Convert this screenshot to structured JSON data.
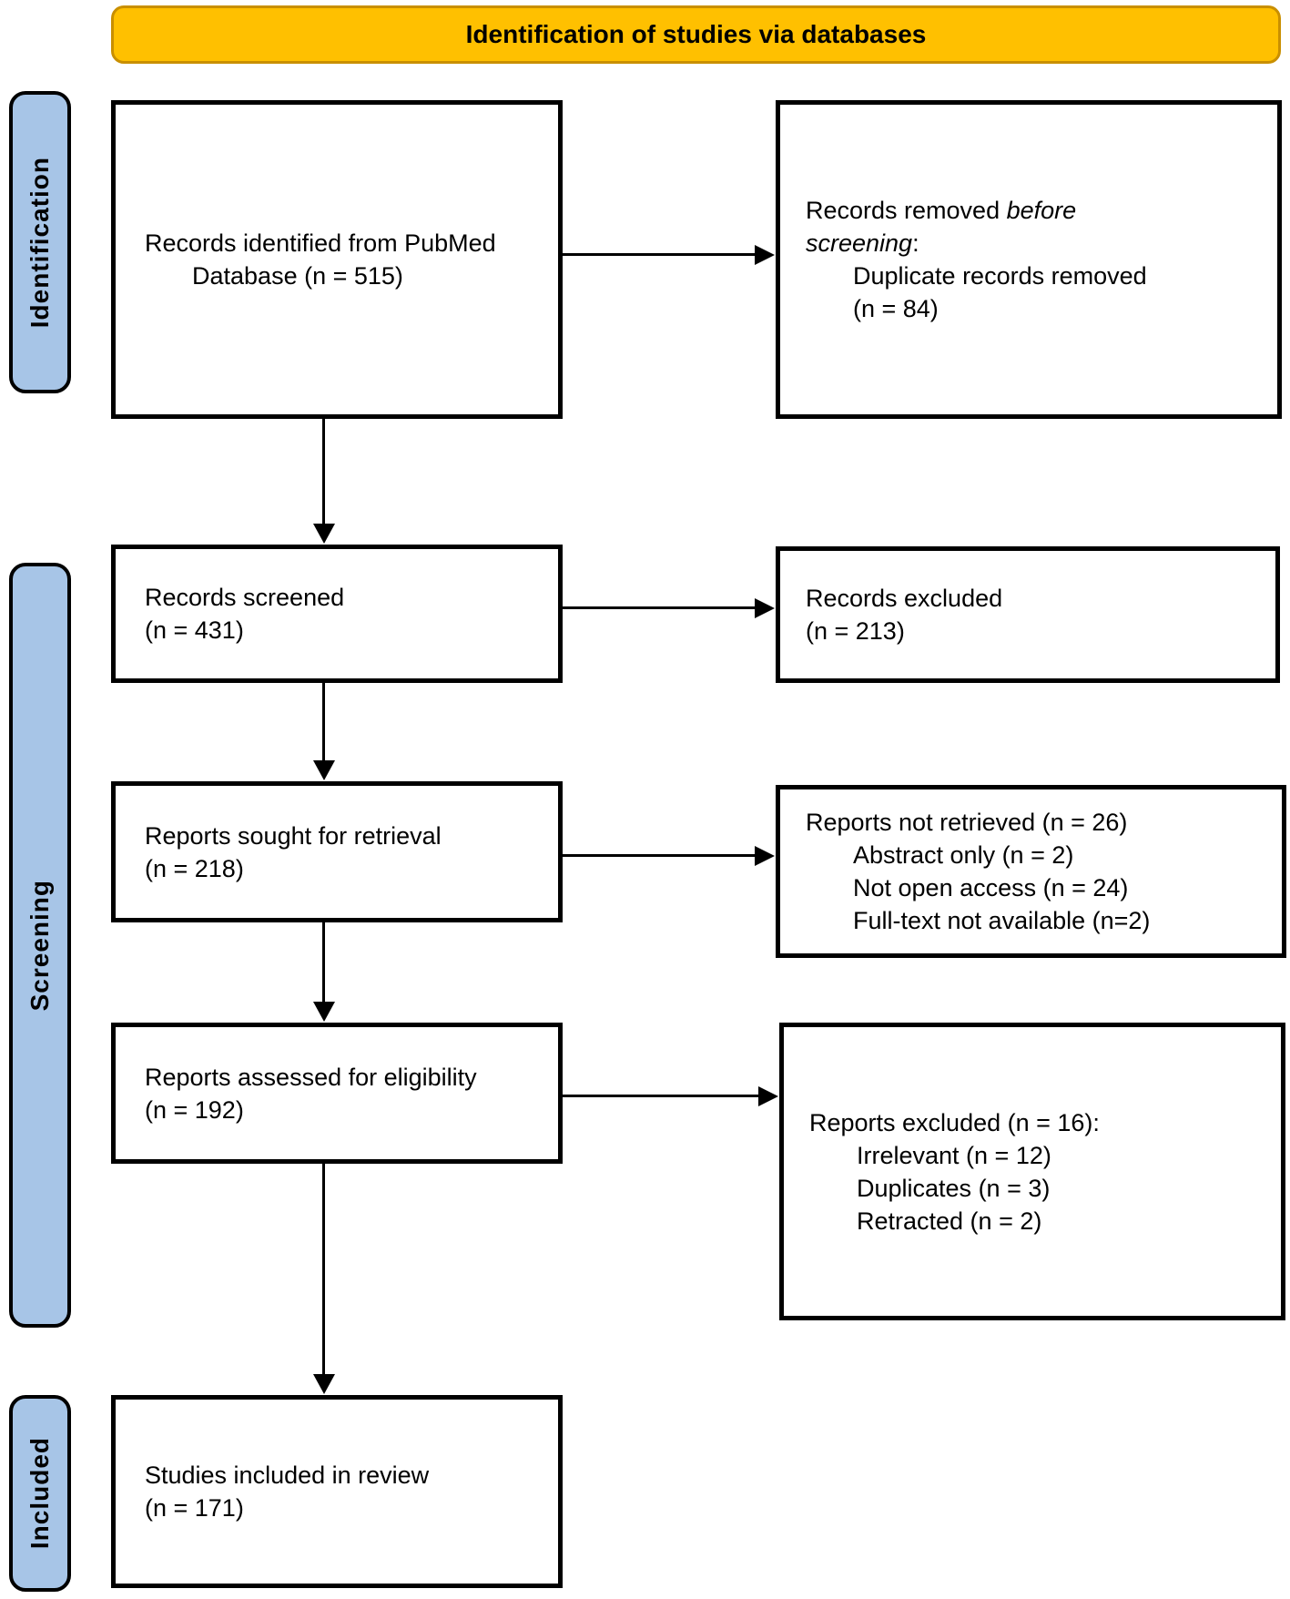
{
  "banner": {
    "title": "Identification of studies via databases"
  },
  "sidebars": {
    "identification": "Identification",
    "screening": "Screening",
    "included": "Included"
  },
  "boxes": {
    "records_identified": {
      "line1": "Records identified from PubMed",
      "line2": "Database (n = 515)"
    },
    "records_removed": {
      "line1_text": "Records removed ",
      "line1_italic": "before",
      "line2_italic": "screening",
      "line2_text": ":",
      "detail1": "Duplicate records removed",
      "detail2": "(n = 84)"
    },
    "records_screened": {
      "line1": "Records screened",
      "line2": "(n = 431)"
    },
    "records_excluded": {
      "line1": "Records excluded",
      "line2": "(n = 213)"
    },
    "reports_sought": {
      "line1": "Reports sought for retrieval",
      "line2": "(n = 218)"
    },
    "reports_not_retrieved": {
      "line1": "Reports not retrieved (n = 26)",
      "detail1": "Abstract only (n = 2)",
      "detail2": "Not open access (n = 24)",
      "detail3": "Full-text not available (n=2)"
    },
    "reports_assessed": {
      "line1": "Reports assessed for eligibility",
      "line2": "(n = 192)"
    },
    "reports_excluded": {
      "line1": "Reports excluded (n = 16):",
      "detail1": "Irrelevant (n = 12)",
      "detail2": "Duplicates (n = 3)",
      "detail3": "Retracted (n = 2)"
    },
    "studies_included": {
      "line1": "Studies included in review",
      "line2": "(n = 171)"
    }
  },
  "colors": {
    "banner_fill": "#FFC000",
    "banner_border": "#C98F00",
    "sidebar_fill": "#A7C5E7",
    "box_border": "#000000",
    "text": "#000000"
  }
}
